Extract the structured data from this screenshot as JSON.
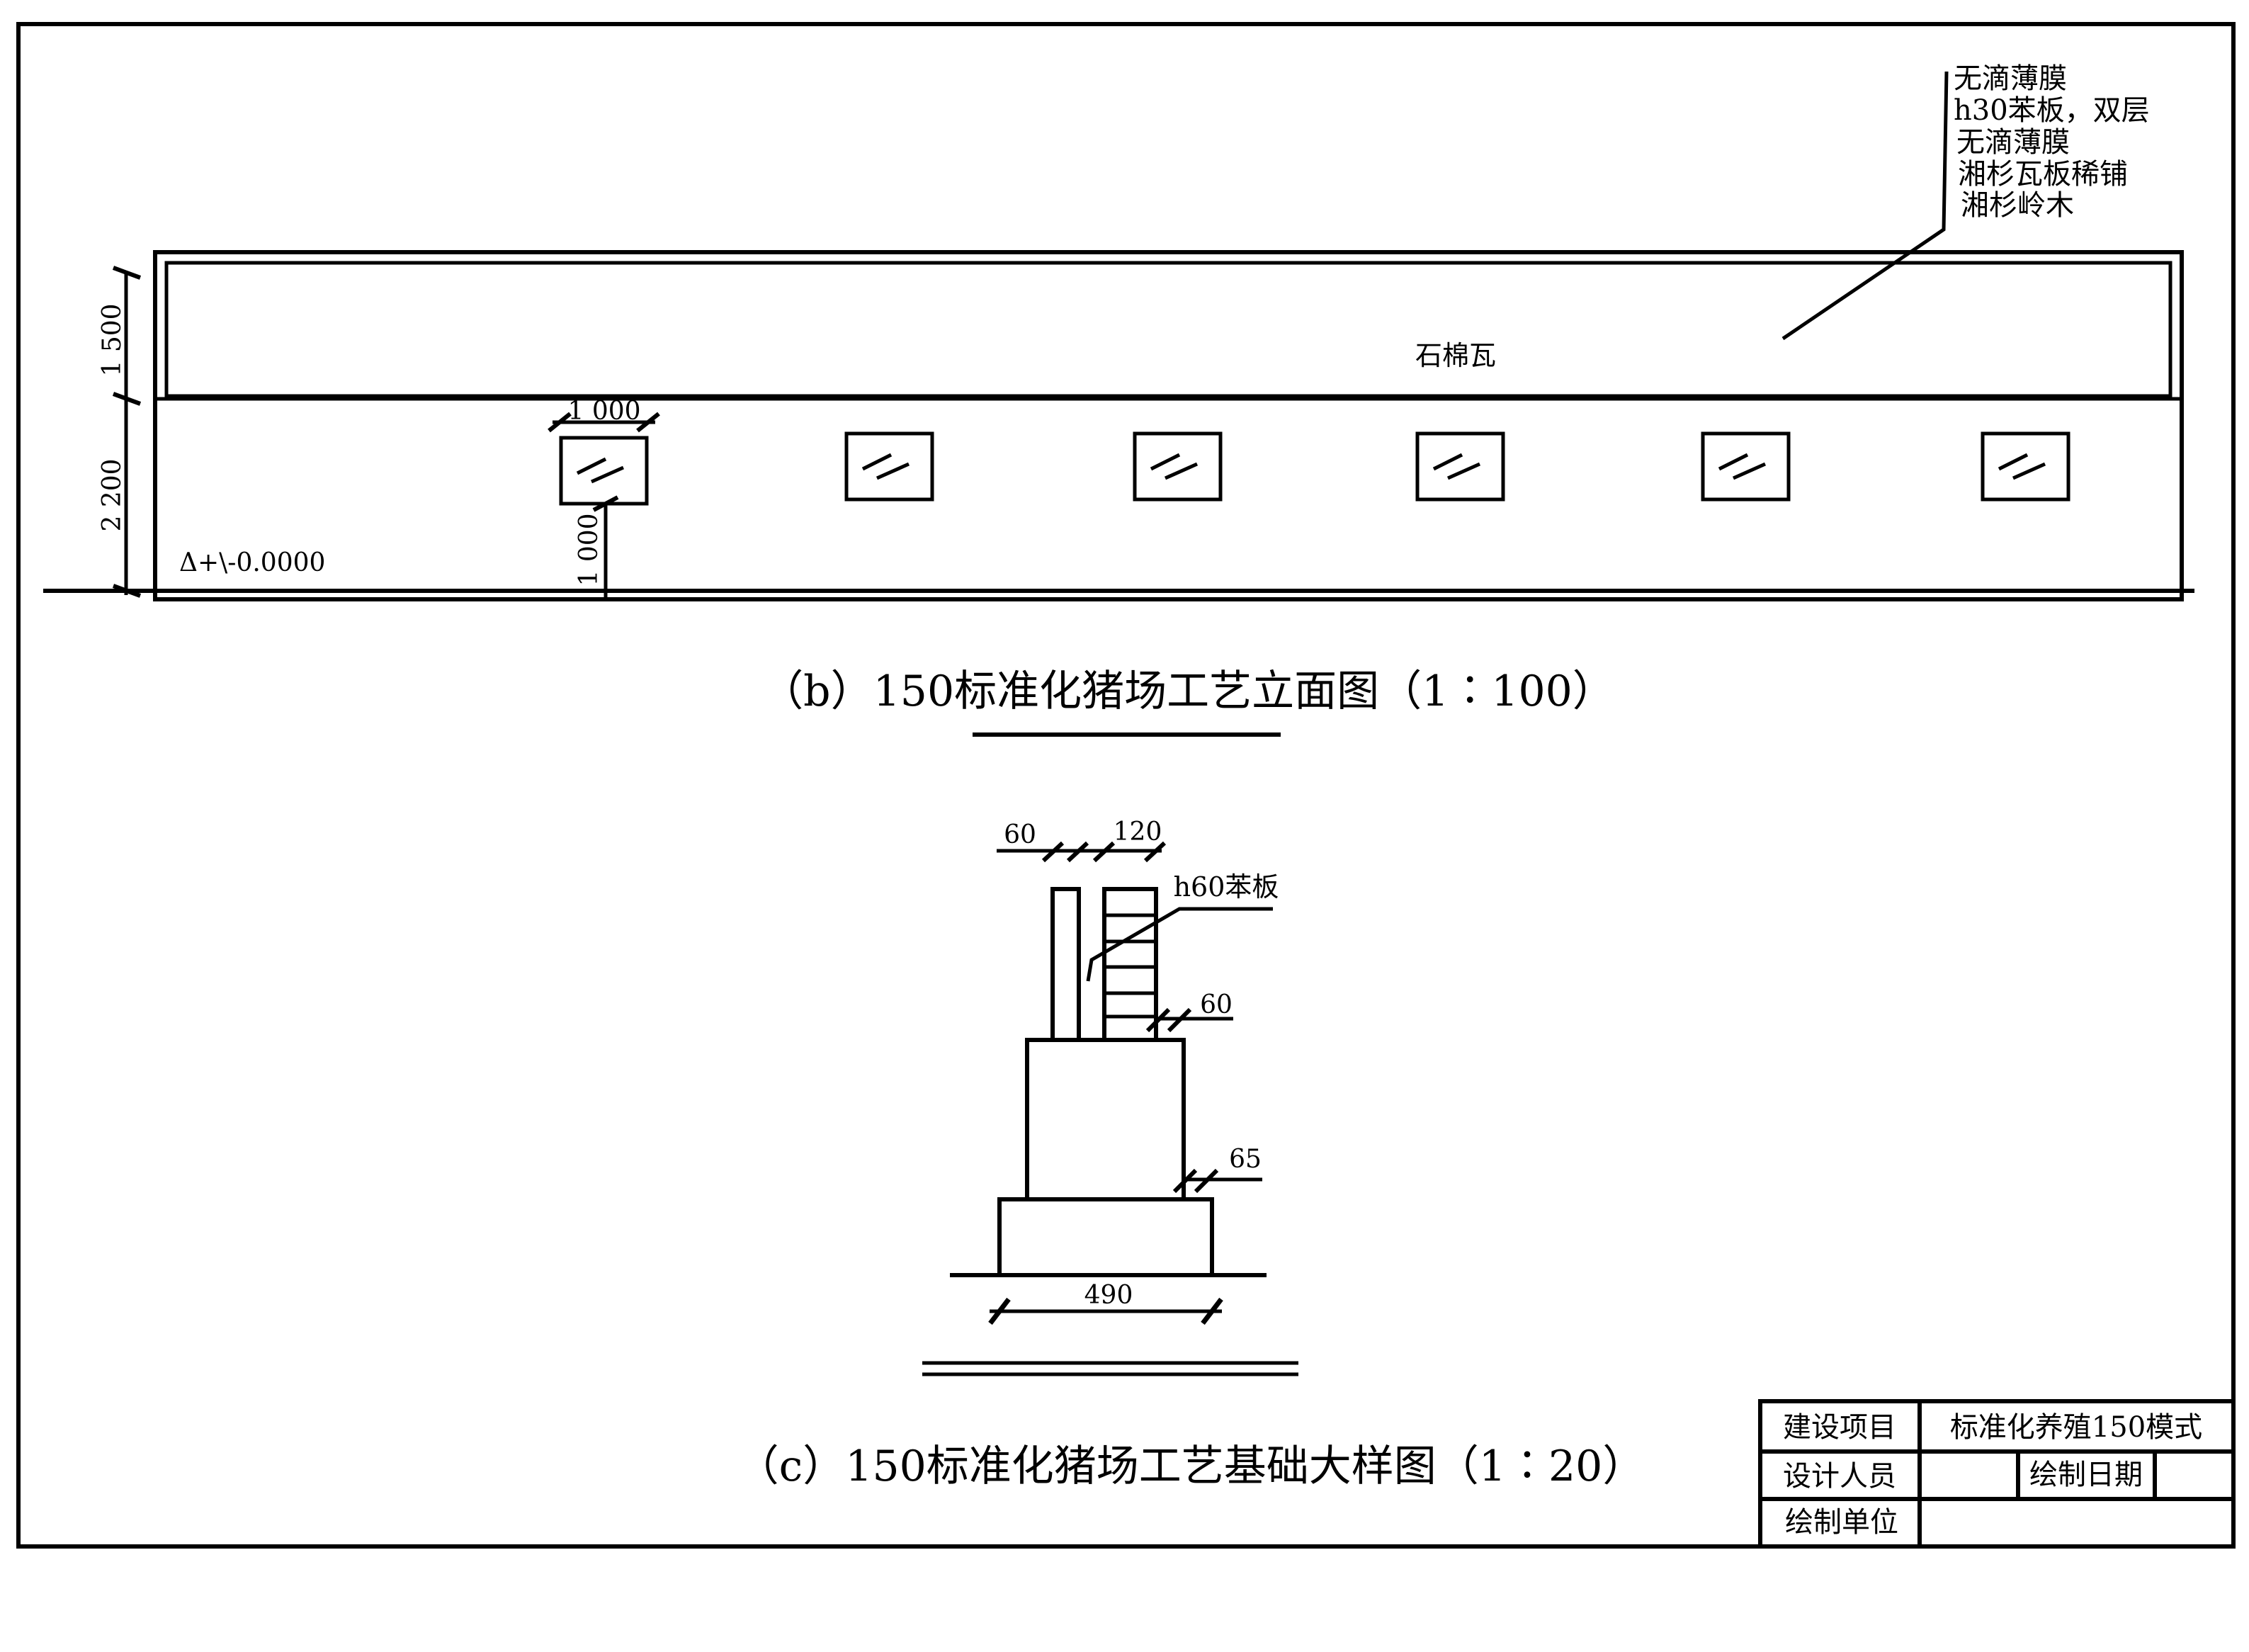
{
  "elevation": {
    "roof_notes": [
      "无滴薄膜",
      "h30苯板，双层",
      "无滴薄膜",
      "湘杉瓦板稀铺",
      "湘杉岭木"
    ],
    "roof_material": "石棉瓦",
    "dim_roof_height": "1 500",
    "dim_wall_height": "2 200",
    "dim_window_width": "1 000",
    "dim_window_sill": "1 000",
    "elevation_mark": "Δ+\\-0.0000",
    "title": "（b）150标准化猪场工艺立面图（1∶100）"
  },
  "foundation": {
    "dim_post": "60",
    "dim_wall": "120",
    "insulation_label": "h60苯板",
    "dim_offset_1": "60",
    "dim_offset_2": "65",
    "dim_base_width": "490",
    "title": "（c）150标准化猪场工艺基础大样图（1∶20）"
  },
  "title_block": {
    "project_label": "建设项目",
    "project_value": "标准化养殖150模式",
    "designer_label": "设计人员",
    "designer_value": "",
    "date_label": "绘制日期",
    "date_value": "",
    "unit_label": "绘制单位",
    "unit_value": ""
  }
}
